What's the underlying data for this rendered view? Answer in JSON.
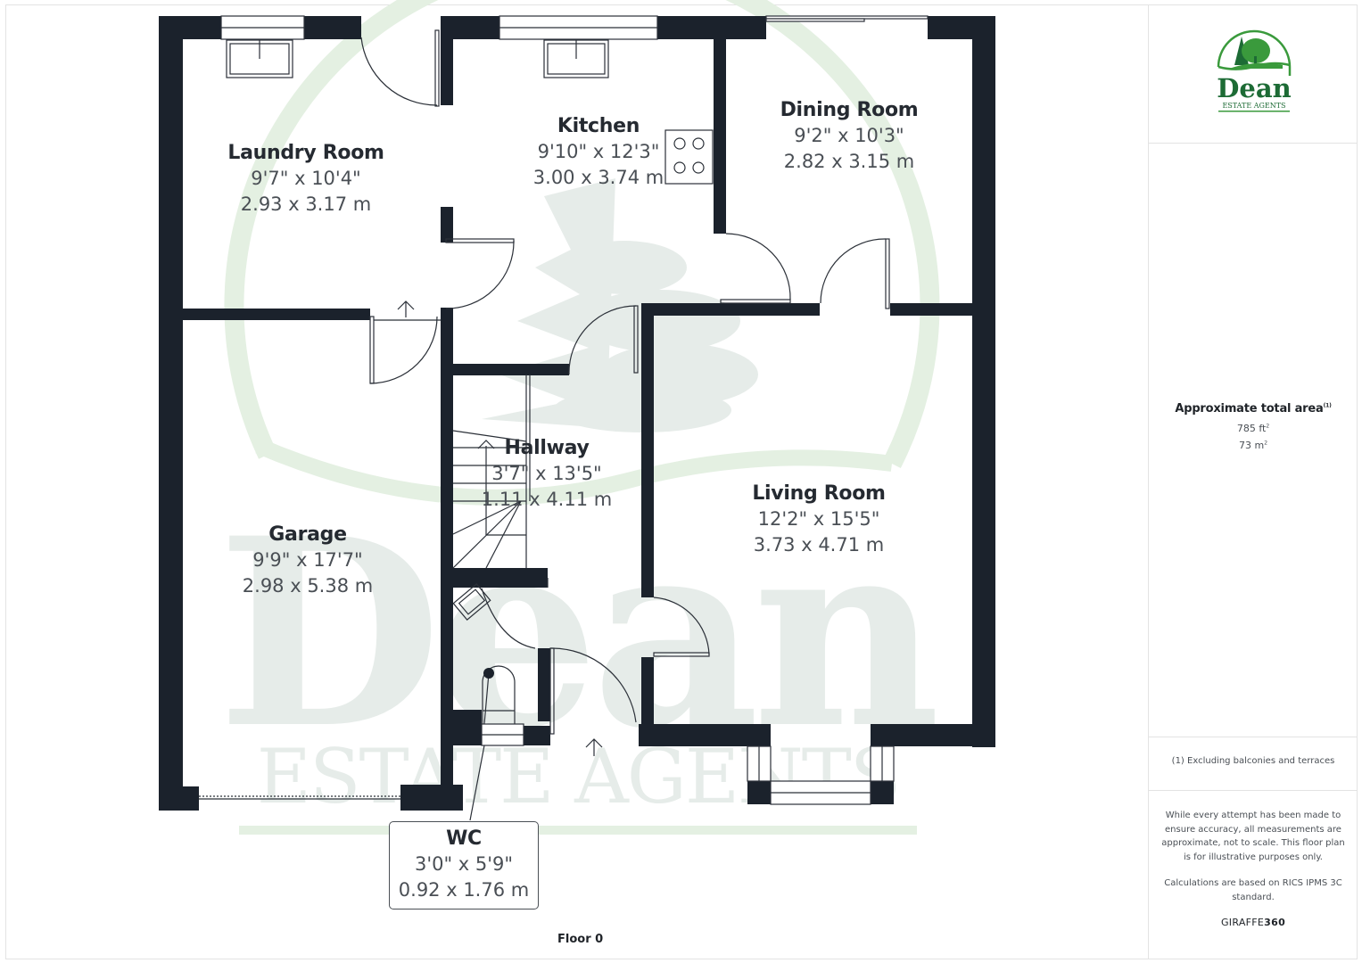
{
  "sidebar": {
    "logo": {
      "brand": "Dean",
      "tagline": "ESTATE AGENTS",
      "colors": {
        "dark_green": "#1d6b35",
        "light_green": "#3a9a3c"
      }
    },
    "area": {
      "title": "Approximate total area",
      "footnote_marker": "(1)",
      "sqft": "785 ft",
      "sqm": "73 m",
      "sup": "2"
    },
    "footnote": "(1) Excluding balconies and terraces",
    "disclaimer": [
      "While every attempt has been made to ensure accuracy, all measurements are approximate, not to scale. This floor plan is for illustrative purposes only.",
      "Calculations are based on RICS IPMS 3C standard."
    ],
    "credit": {
      "light": "GIRAFFE",
      "bold": "360"
    }
  },
  "plan": {
    "floor_label": "Floor 0",
    "watermark": {
      "brand": "Dean",
      "tagline": "ESTATE AGENTS"
    },
    "colors": {
      "wall": "#1b222c",
      "text_name": "#252a31",
      "text_dim": "#4a4f55",
      "watermark": "#e6ece9",
      "watermark_green": "#e4f0e2"
    },
    "rooms": [
      {
        "name": "Laundry Room",
        "imperial": "9'7\" x 10'4\"",
        "metric": "2.93 x 3.17 m"
      },
      {
        "name": "Kitchen",
        "imperial": "9'10\" x 12'3\"",
        "metric": "3.00 x 3.74 m"
      },
      {
        "name": "Dining Room",
        "imperial": "9'2\" x 10'3\"",
        "metric": "2.82 x 3.15 m"
      },
      {
        "name": "Hallway",
        "imperial": "3'7\" x 13'5\"",
        "metric": "1.11 x 4.11 m"
      },
      {
        "name": "Garage",
        "imperial": "9'9\" x 17'7\"",
        "metric": "2.98 x 5.38 m"
      },
      {
        "name": "Living Room",
        "imperial": "12'2\" x 15'5\"",
        "metric": "3.73 x 4.71 m"
      },
      {
        "name": "WC",
        "imperial": "3'0\" x 5'9\"",
        "metric": "0.92 x 1.76 m"
      }
    ]
  }
}
